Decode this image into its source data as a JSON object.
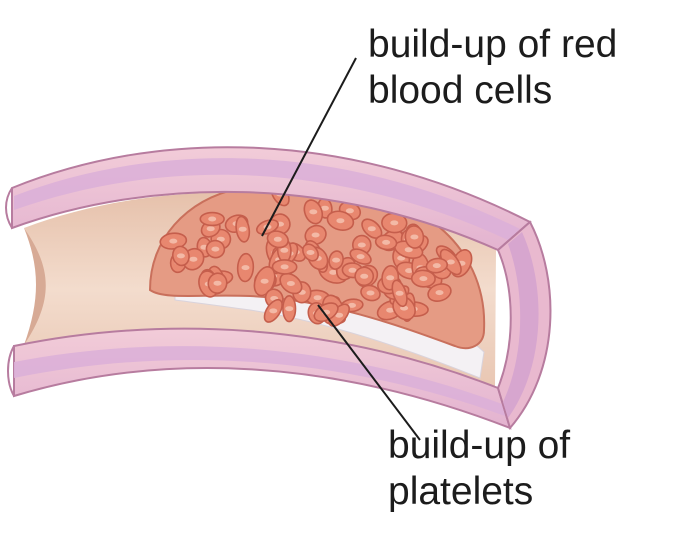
{
  "labels": {
    "red_blood_cells": {
      "line1": "build-up of red",
      "line2": "blood cells"
    },
    "platelets": {
      "line1": "build-up of",
      "line2": "platelets"
    }
  },
  "colors": {
    "vessel_wall_outer": "#efc6d3",
    "vessel_wall_band": "#ddb0db",
    "vessel_wall_edge": "#b77c9f",
    "lumen_interior": "#f1d7c6",
    "lumen_shadow": "#d9b29c",
    "red_blood_cell": "#e8876f",
    "red_blood_cell_rim": "#c55e4c",
    "platelet_deposit": "#f4f1f4",
    "leader_line": "#1c1c1c"
  }
}
